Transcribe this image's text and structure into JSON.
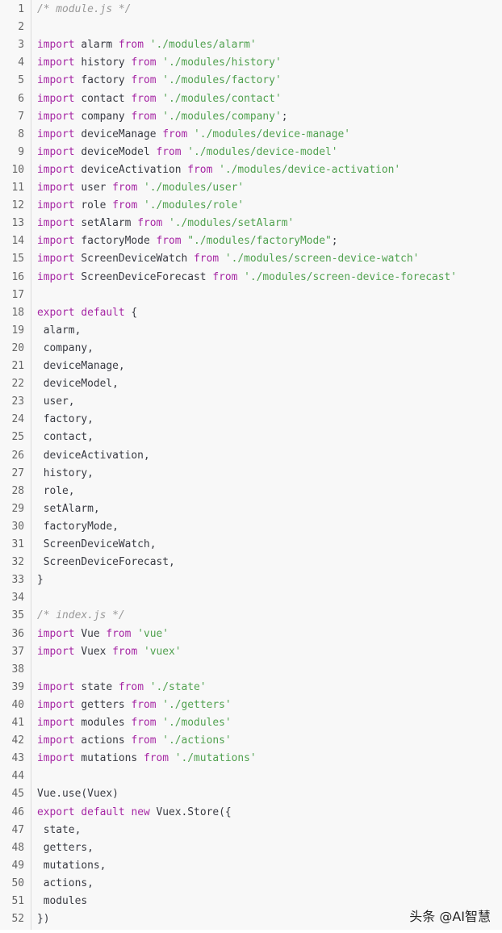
{
  "code": {
    "lines": [
      [
        [
          "c",
          "/* module.js */"
        ]
      ],
      [],
      [
        [
          "k",
          "import"
        ],
        [
          "p",
          " alarm "
        ],
        [
          "k",
          "from"
        ],
        [
          "p",
          " "
        ],
        [
          "s",
          "'./modules/alarm'"
        ]
      ],
      [
        [
          "k",
          "import"
        ],
        [
          "p",
          " history "
        ],
        [
          "k",
          "from"
        ],
        [
          "p",
          " "
        ],
        [
          "s",
          "'./modules/history'"
        ]
      ],
      [
        [
          "k",
          "import"
        ],
        [
          "p",
          " factory "
        ],
        [
          "k",
          "from"
        ],
        [
          "p",
          " "
        ],
        [
          "s",
          "'./modules/factory'"
        ]
      ],
      [
        [
          "k",
          "import"
        ],
        [
          "p",
          " contact "
        ],
        [
          "k",
          "from"
        ],
        [
          "p",
          " "
        ],
        [
          "s",
          "'./modules/contact'"
        ]
      ],
      [
        [
          "k",
          "import"
        ],
        [
          "p",
          " company "
        ],
        [
          "k",
          "from"
        ],
        [
          "p",
          " "
        ],
        [
          "s",
          "'./modules/company'"
        ],
        [
          "p",
          ";"
        ]
      ],
      [
        [
          "k",
          "import"
        ],
        [
          "p",
          " deviceManage "
        ],
        [
          "k",
          "from"
        ],
        [
          "p",
          " "
        ],
        [
          "s",
          "'./modules/device-manage'"
        ]
      ],
      [
        [
          "k",
          "import"
        ],
        [
          "p",
          " deviceModel "
        ],
        [
          "k",
          "from"
        ],
        [
          "p",
          " "
        ],
        [
          "s",
          "'./modules/device-model'"
        ]
      ],
      [
        [
          "k",
          "import"
        ],
        [
          "p",
          " deviceActivation "
        ],
        [
          "k",
          "from"
        ],
        [
          "p",
          " "
        ],
        [
          "s",
          "'./modules/device-activation'"
        ]
      ],
      [
        [
          "k",
          "import"
        ],
        [
          "p",
          " user "
        ],
        [
          "k",
          "from"
        ],
        [
          "p",
          " "
        ],
        [
          "s",
          "'./modules/user'"
        ]
      ],
      [
        [
          "k",
          "import"
        ],
        [
          "p",
          " role "
        ],
        [
          "k",
          "from"
        ],
        [
          "p",
          " "
        ],
        [
          "s",
          "'./modules/role'"
        ]
      ],
      [
        [
          "k",
          "import"
        ],
        [
          "p",
          " setAlarm "
        ],
        [
          "k",
          "from"
        ],
        [
          "p",
          " "
        ],
        [
          "s",
          "'./modules/setAlarm'"
        ]
      ],
      [
        [
          "k",
          "import"
        ],
        [
          "p",
          " factoryMode "
        ],
        [
          "k",
          "from"
        ],
        [
          "p",
          " "
        ],
        [
          "s",
          "\"./modules/factoryMode\""
        ],
        [
          "p",
          ";"
        ]
      ],
      [
        [
          "k",
          "import"
        ],
        [
          "p",
          " ScreenDeviceWatch "
        ],
        [
          "k",
          "from"
        ],
        [
          "p",
          " "
        ],
        [
          "s",
          "'./modules/screen-device-watch'"
        ]
      ],
      [
        [
          "k",
          "import"
        ],
        [
          "p",
          " ScreenDeviceForecast "
        ],
        [
          "k",
          "from"
        ],
        [
          "p",
          " "
        ],
        [
          "s",
          "'./modules/screen-device-forecast'"
        ]
      ],
      [],
      [
        [
          "k",
          "export"
        ],
        [
          "p",
          " "
        ],
        [
          "k",
          "default"
        ],
        [
          "p",
          " {"
        ]
      ],
      [
        [
          "p",
          " alarm,"
        ]
      ],
      [
        [
          "p",
          " company,"
        ]
      ],
      [
        [
          "p",
          " deviceManage,"
        ]
      ],
      [
        [
          "p",
          " deviceModel,"
        ]
      ],
      [
        [
          "p",
          " user,"
        ]
      ],
      [
        [
          "p",
          " factory,"
        ]
      ],
      [
        [
          "p",
          " contact,"
        ]
      ],
      [
        [
          "p",
          " deviceActivation,"
        ]
      ],
      [
        [
          "p",
          " history,"
        ]
      ],
      [
        [
          "p",
          " role,"
        ]
      ],
      [
        [
          "p",
          " setAlarm,"
        ]
      ],
      [
        [
          "p",
          " factoryMode,"
        ]
      ],
      [
        [
          "p",
          " ScreenDeviceWatch,"
        ]
      ],
      [
        [
          "p",
          " ScreenDeviceForecast,"
        ]
      ],
      [
        [
          "p",
          "}"
        ]
      ],
      [],
      [
        [
          "c",
          "/* index.js */"
        ]
      ],
      [
        [
          "k",
          "import"
        ],
        [
          "p",
          " Vue "
        ],
        [
          "k",
          "from"
        ],
        [
          "p",
          " "
        ],
        [
          "s",
          "'vue'"
        ]
      ],
      [
        [
          "k",
          "import"
        ],
        [
          "p",
          " Vuex "
        ],
        [
          "k",
          "from"
        ],
        [
          "p",
          " "
        ],
        [
          "s",
          "'vuex'"
        ]
      ],
      [],
      [
        [
          "k",
          "import"
        ],
        [
          "p",
          " state "
        ],
        [
          "k",
          "from"
        ],
        [
          "p",
          " "
        ],
        [
          "s",
          "'./state'"
        ]
      ],
      [
        [
          "k",
          "import"
        ],
        [
          "p",
          " getters "
        ],
        [
          "k",
          "from"
        ],
        [
          "p",
          " "
        ],
        [
          "s",
          "'./getters'"
        ]
      ],
      [
        [
          "k",
          "import"
        ],
        [
          "p",
          " modules "
        ],
        [
          "k",
          "from"
        ],
        [
          "p",
          " "
        ],
        [
          "s",
          "'./modules'"
        ]
      ],
      [
        [
          "k",
          "import"
        ],
        [
          "p",
          " actions "
        ],
        [
          "k",
          "from"
        ],
        [
          "p",
          " "
        ],
        [
          "s",
          "'./actions'"
        ]
      ],
      [
        [
          "k",
          "import"
        ],
        [
          "p",
          " mutations "
        ],
        [
          "k",
          "from"
        ],
        [
          "p",
          " "
        ],
        [
          "s",
          "'./mutations'"
        ]
      ],
      [],
      [
        [
          "p",
          "Vue.use(Vuex)"
        ]
      ],
      [
        [
          "k",
          "export"
        ],
        [
          "p",
          " "
        ],
        [
          "k",
          "default"
        ],
        [
          "p",
          " "
        ],
        [
          "k",
          "new"
        ],
        [
          "p",
          " Vuex.Store({"
        ]
      ],
      [
        [
          "p",
          " state,"
        ]
      ],
      [
        [
          "p",
          " getters,"
        ]
      ],
      [
        [
          "p",
          " mutations,"
        ]
      ],
      [
        [
          "p",
          " actions,"
        ]
      ],
      [
        [
          "p",
          " modules"
        ]
      ],
      [
        [
          "p",
          "})"
        ]
      ]
    ]
  },
  "watermark": "头条 @AI智慧"
}
